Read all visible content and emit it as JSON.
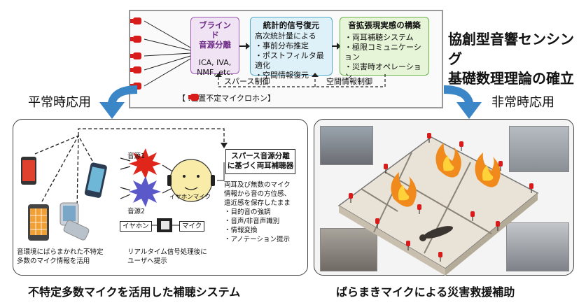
{
  "top": {
    "box1": {
      "title": "ブラインド\n音源分離",
      "body": "ICA, IVA,\nNMF, etc."
    },
    "box2": {
      "title": "統計的信号復元",
      "lines": [
        "高次統計量による",
        "・事前分布推定",
        "・ポストフィルタ最適化",
        "・空間情報復元"
      ]
    },
    "box3": {
      "title": "音拡張現実感の構築",
      "lines": [
        "・両耳補聴システム",
        "・極限コミュニケーション",
        "・災害時オペレーション"
      ]
    },
    "sparse_control": "スパース制御",
    "spatial_control": "空間情報制御",
    "legend": "【  :位置不定マイクロホン】",
    "title_right": [
      "協創型音響センシング",
      "基礎数理理論の確立"
    ]
  },
  "mid": {
    "left_label": "平常時応用",
    "right_label": "非常時応用"
  },
  "left_panel": {
    "source1": "音源1",
    "source2": "音源2",
    "head_label": "イヤホンマイク",
    "box_title": [
      "スパース音源分離",
      "に基づく両耳補聴器"
    ],
    "desc_lines": [
      "両耳及び無数のマイク",
      "情報から音の方位感、",
      "遠近感を保存したまま",
      "・目的音の強調",
      "・音声/非音声識別",
      "・情報変換",
      "・アノテーション提示"
    ],
    "earphone": "イヤホン",
    "mic": "マイク",
    "bottom_left": [
      "音環境にばらまかれた不特定",
      "多数のマイク情報を活用"
    ],
    "bottom_mid": [
      "リアルタイム信号処理後に",
      "ユーザへ提示"
    ],
    "caption": "不特定多数マイクを活用した補聴システム"
  },
  "right_panel": {
    "caption": "ばらまきマイクによる災害救援補助"
  },
  "colors": {
    "mic_red": "#d81b1b",
    "arrow_blue": "#3b86c6",
    "source1": "#e0261b",
    "source2": "#5b58c9"
  }
}
